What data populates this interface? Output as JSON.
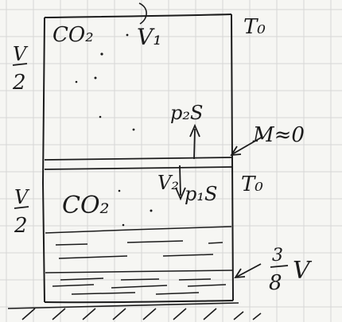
{
  "colors": {
    "paper": "#f6f6f3",
    "grid": "#d6d6d6",
    "ink": "#1b1b1b"
  },
  "labels": {
    "gas_top": "CO₂",
    "gas_bottom": "CO₂",
    "v1": "V₁",
    "v2": "V₂",
    "p2s": "p₂S",
    "p1s": "p₁S",
    "t_top": "T₀",
    "t_mid": "T₀",
    "piston_mass": "M≈0",
    "half_top_num": "V",
    "half_top_den": "2",
    "half_bottom_num": "V",
    "half_bottom_den": "2",
    "liquid_num": "3",
    "liquid_den": "8",
    "liquid_v": "V"
  }
}
